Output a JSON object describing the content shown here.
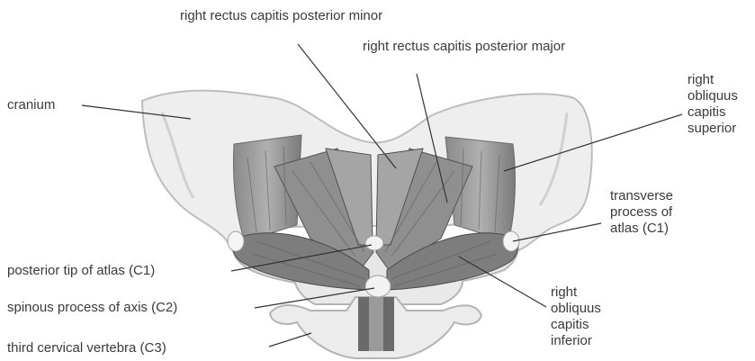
{
  "labels": {
    "rectus_minor": "right rectus capitis posterior minor",
    "rectus_major": "right rectus capitis posterior major",
    "cranium": "cranium",
    "oblique_superior": [
      "right",
      "obliquus",
      "capitis",
      "superior"
    ],
    "transverse_process": [
      "transverse",
      "process of",
      "atlas (C1)"
    ],
    "posterior_tip": "posterior tip of atlas (C1)",
    "spinous_process": "spinous process of axis (C2)",
    "third_vertebra": "third cervical vertebra (C3)",
    "oblique_inferior": [
      "right",
      "obliquus",
      "capitis",
      "inferior"
    ]
  },
  "colors": {
    "bone_fill": "#ededed",
    "bone_stroke": "#b4b4b4",
    "muscle_fill": "#9c9c9c",
    "muscle_dark": "#5a5a5a",
    "leader_line": "#333333",
    "text": "#3a3a3a"
  }
}
